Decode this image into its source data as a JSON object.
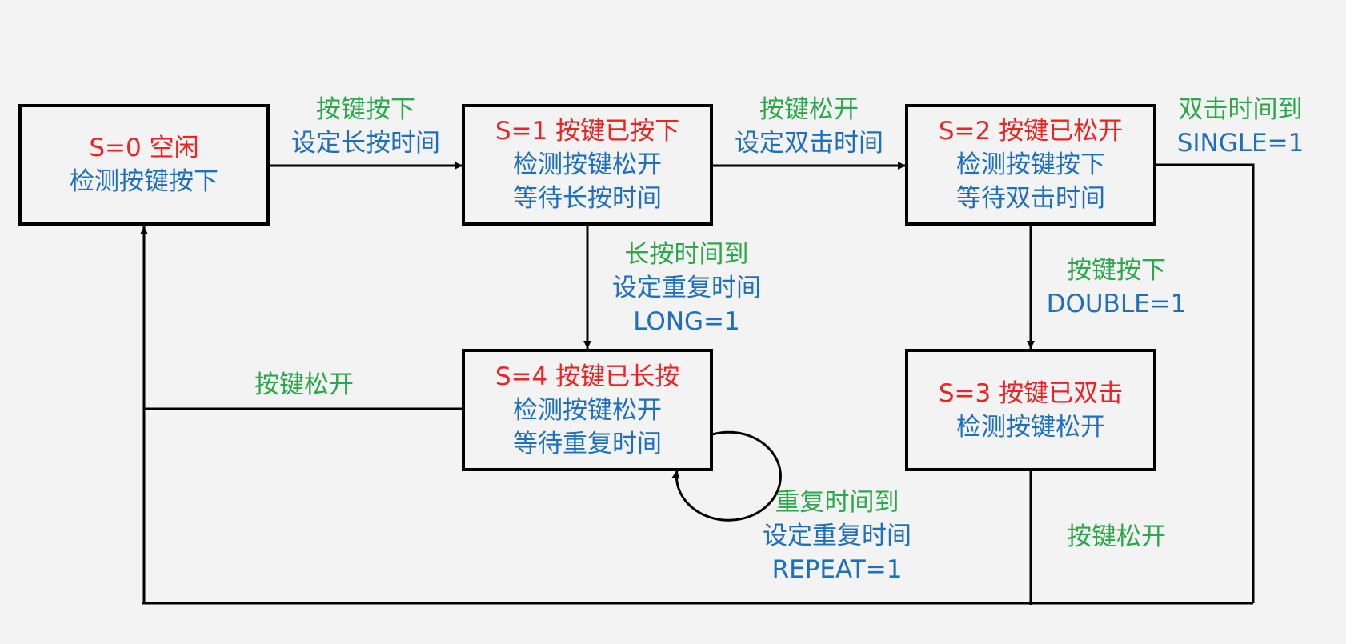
{
  "colors": {
    "background": "#f3f3f3",
    "state_title": "#ee2222",
    "state_body": "#1f6fbf",
    "transition_condition": "#2aa84a",
    "transition_action": "#1f6fbf",
    "line": "#000000"
  },
  "states": {
    "s0": {
      "title": "S=0  空闲",
      "lines": [
        "检测按键按下"
      ]
    },
    "s1": {
      "title": "S=1  按键已按下",
      "lines": [
        "检测按键松开",
        "等待长按时间"
      ]
    },
    "s2": {
      "title": "S=2  按键已松开",
      "lines": [
        "检测按键按下",
        "等待双击时间"
      ]
    },
    "s3": {
      "title": "S=3  按键已双击",
      "lines": [
        "检测按键松开"
      ]
    },
    "s4": {
      "title": "S=4  按键已长按",
      "lines": [
        "检测按键松开",
        "等待重复时间"
      ]
    }
  },
  "transitions": {
    "s0_s1": {
      "condition": "按键按下",
      "actions": [
        "设定长按时间"
      ]
    },
    "s1_s2": {
      "condition": "按键松开",
      "actions": [
        "设定双击时间"
      ]
    },
    "s1_s4": {
      "condition": "长按时间到",
      "actions": [
        "设定重复时间",
        "LONG=1"
      ]
    },
    "s2_s3": {
      "condition": "按键按下",
      "actions": [
        "DOUBLE=1"
      ]
    },
    "s2_s0": {
      "condition": "双击时间到",
      "actions": [
        "SINGLE=1"
      ]
    },
    "s4_s0": {
      "condition": "按键松开",
      "actions": []
    },
    "s4_s4": {
      "condition": "重复时间到",
      "actions": [
        "设定重复时间",
        "REPEAT=1"
      ]
    },
    "s3_s0": {
      "condition": "按键松开",
      "actions": []
    }
  }
}
